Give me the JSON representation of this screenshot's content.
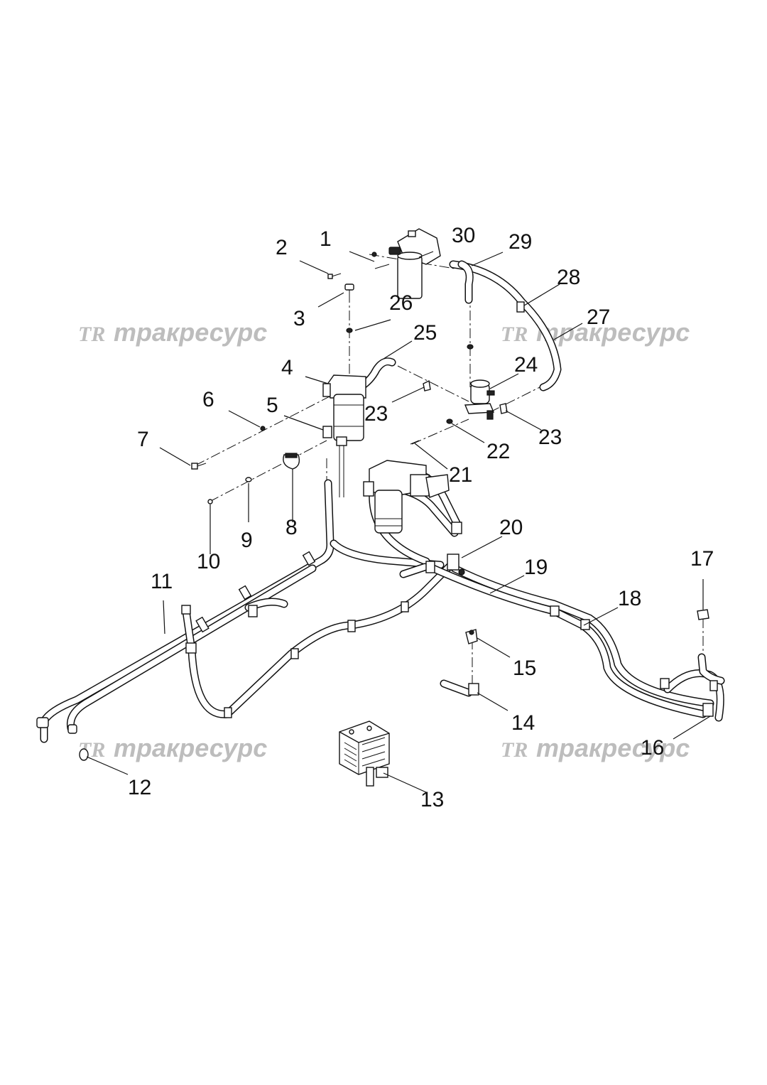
{
  "watermark": {
    "logo": "TR",
    "text": "тракресурс"
  },
  "callouts": [
    "1",
    "2",
    "3",
    "4",
    "5",
    "6",
    "7",
    "8",
    "9",
    "10",
    "11",
    "12",
    "13",
    "14",
    "15",
    "16",
    "17",
    "18",
    "19",
    "20",
    "21",
    "22",
    "23",
    "23",
    "24",
    "25",
    "26",
    "27",
    "28",
    "29",
    "30"
  ]
}
